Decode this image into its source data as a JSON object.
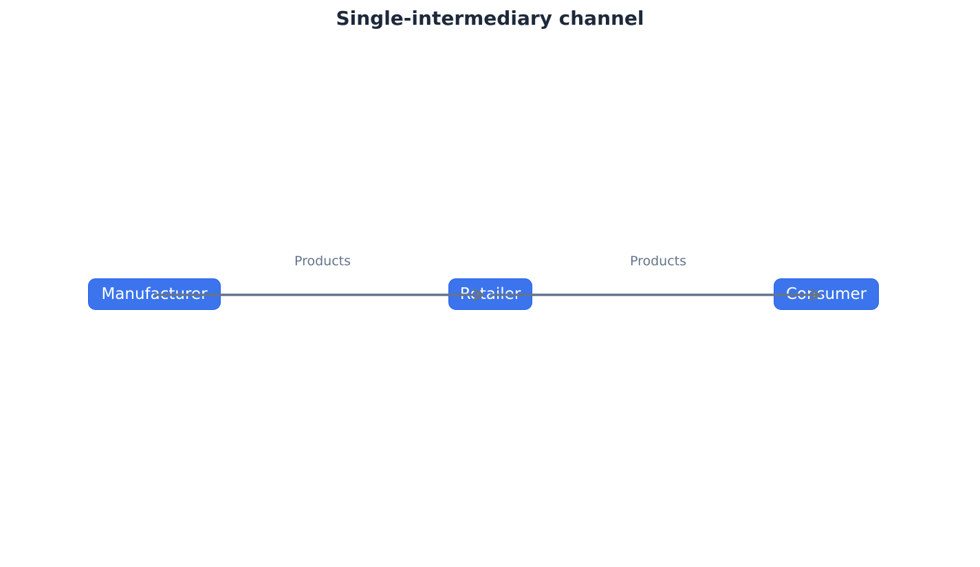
{
  "title": "Single-intermediary channel",
  "nodes": [
    {
      "label": "Manufacturer"
    },
    {
      "label": "Retailer"
    },
    {
      "label": "Consumer"
    }
  ],
  "edges": [
    {
      "from": "Manufacturer",
      "to": "Retailer",
      "label": "Products"
    },
    {
      "from": "Retailer",
      "to": "Consumer",
      "label": "Products"
    }
  ],
  "colors": {
    "node_fill": "#3b74ec",
    "node_border": "#2563eb",
    "edge": "#64748b",
    "title": "#1e293b"
  }
}
